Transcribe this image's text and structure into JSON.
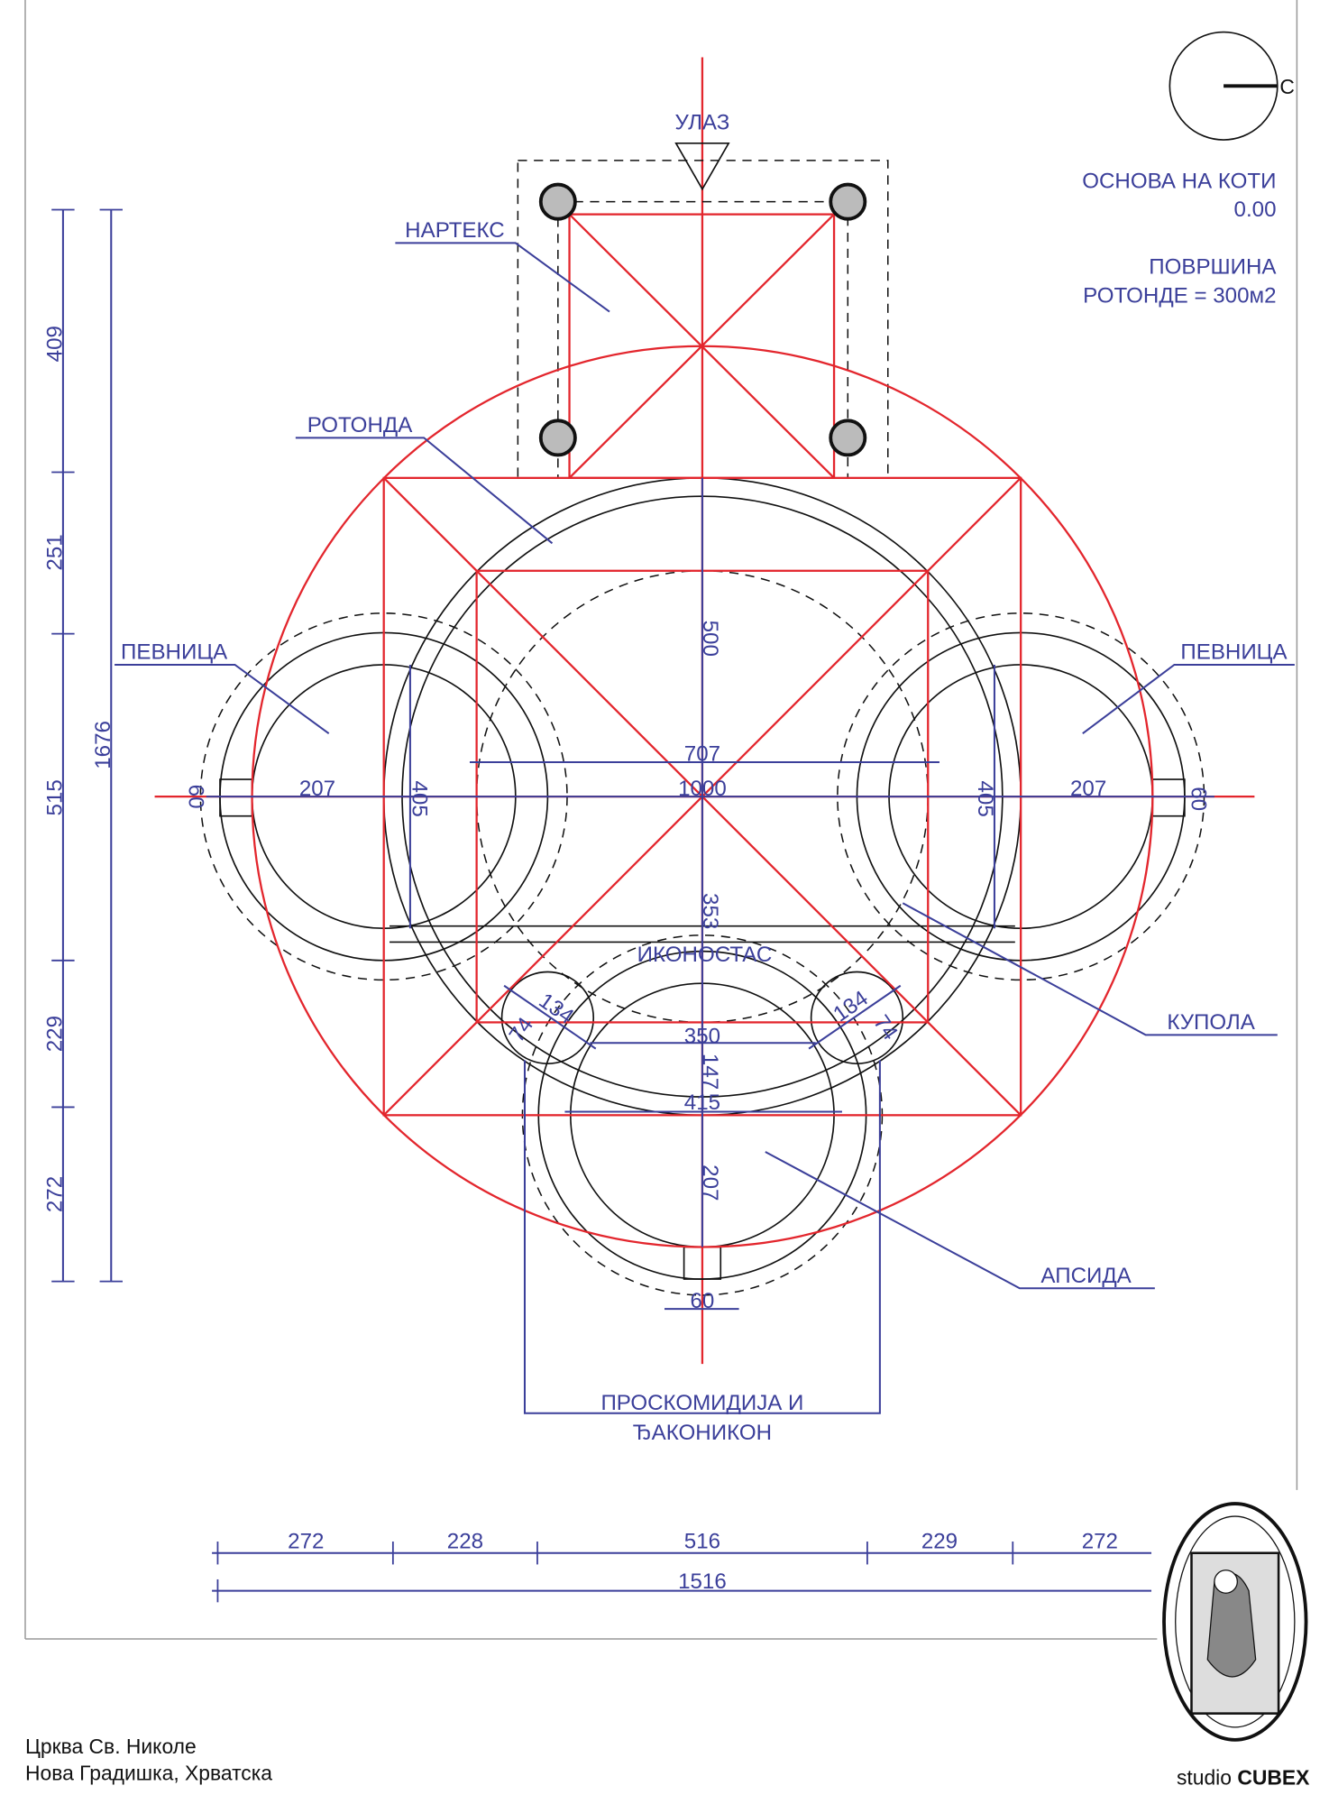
{
  "compass": {
    "north_label": "С"
  },
  "info": {
    "level_line1": "ОСНОВА НА КОТИ",
    "level_line2": "0.00",
    "area_line1": "ПОВРШИНА",
    "area_line2": "РОТОНДЕ = 300м2"
  },
  "labels": {
    "entrance": "УЛАЗ",
    "narthex": "НАРТЕКС",
    "rotunda": "РОТОНДА",
    "choir_left": "ПЕВНИЦА",
    "choir_right": "ПЕВНИЦА",
    "iconostasis": "ИКОНОСТАС",
    "dome": "КУПОЛА",
    "apse": "АПСИДА",
    "prothesis_line1": "ПРОСКОМИДИЈА И",
    "prothesis_line2": "ЂАКОНИКОН"
  },
  "dimensions": {
    "left_chain": [
      "409",
      "251",
      "515",
      "229",
      "272"
    ],
    "left_total": "1676",
    "bottom_chain": [
      "272",
      "228",
      "516",
      "229",
      "272"
    ],
    "bottom_total": "1516",
    "center_vertical": [
      "500",
      "353",
      "147",
      "207"
    ],
    "horizontal": {
      "d707": "707",
      "d1000": "1000",
      "d350": "350",
      "d415": "415",
      "d60_bottom": "60"
    },
    "side": {
      "left_60": "60",
      "left_207": "207",
      "left_405": "405",
      "right_405": "405",
      "right_207": "207",
      "right_60": "60"
    },
    "diag": {
      "left_134": "134",
      "left_74": "74",
      "right_134": "134",
      "right_74": "74"
    }
  },
  "footer": {
    "title_line1": "Црква Св. Николе",
    "title_line2": "Нова Градишка, Хрватска",
    "studio_prefix": "studio ",
    "studio_name": "CUBEX"
  }
}
